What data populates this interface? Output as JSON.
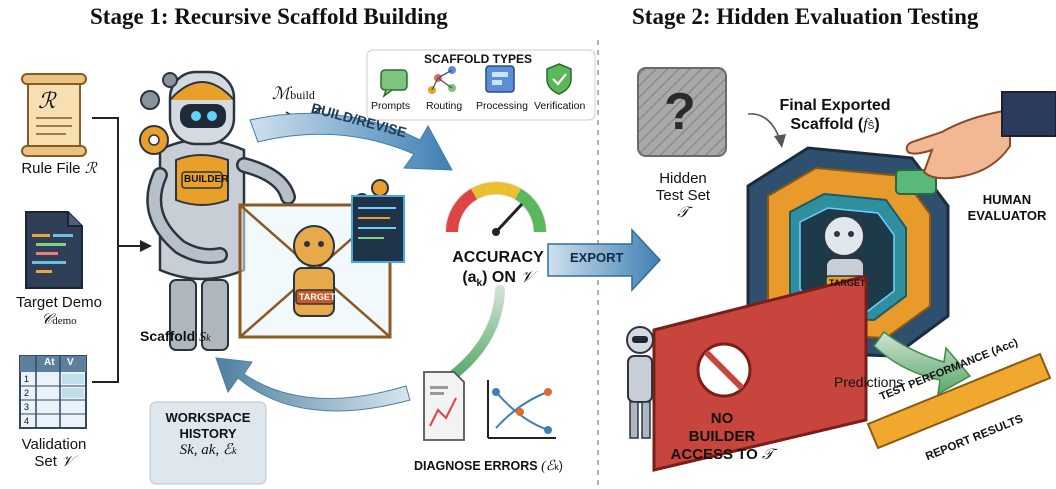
{
  "stage1": {
    "title": "Stage 1: Recursive Scaffold Building",
    "rule_file": {
      "label": "Rule File",
      "symbol": "ℛ",
      "icon_letter": "ℛ"
    },
    "target_demo": {
      "label": "Target Demo",
      "symbol": "𝒞",
      "subscript": "demo"
    },
    "validation": {
      "label1": "Validation",
      "label2": "Set",
      "symbol": "𝒱",
      "table_header": [
        "At",
        "V"
      ],
      "rows": [
        "1",
        "2",
        "3",
        "4"
      ]
    },
    "builder_model": {
      "symbol": "ℳ",
      "subscript": "build",
      "badge": "BUILDER"
    },
    "scaffold_types": {
      "title": "SCAFFOLD TYPES",
      "items": [
        "Prompts",
        "Routing",
        "Processing",
        "Verification"
      ]
    },
    "build_revise": "BUILD/REVISE",
    "target_badge": "TARGET",
    "scaffold": {
      "label": "Scaffold",
      "symbol": "S",
      "subscript": "k"
    },
    "accuracy": {
      "line1": "ACCURACY",
      "line2a": "(a",
      "sub": "k",
      "line2b": ") ON",
      "symbol": "𝒱"
    },
    "workspace": {
      "line1": "WORKSPACE",
      "line2": "HISTORY",
      "math": "S",
      "math_rest": "k, a",
      "math_rest2": "k, ℰ",
      "sub": "k"
    },
    "diagnose": {
      "label": "DIAGNOSE ERRORS",
      "math": "(ℰ",
      "sub": "k",
      "close": ")"
    }
  },
  "stage2": {
    "title": "Stage 2: Hidden Evaluation Testing",
    "export": "EXPORT",
    "hidden_test": {
      "line1": "Hidden",
      "line2": "Test Set",
      "symbol": "𝒯",
      "icon": "?"
    },
    "final_scaffold": {
      "line1": "Final Exported",
      "line2": "Scaffold (",
      "math": "f",
      "sub": "Ŝ",
      "close": ")"
    },
    "human_evaluator": {
      "line1": "HUMAN",
      "line2": "EVALUATOR"
    },
    "target_badge": "TARGET",
    "no_access": {
      "line1": "NO",
      "line2": "BUILDER",
      "line3": "ACCESS TO",
      "symbol": "𝒯"
    },
    "predictions": "Predictions",
    "test_performance": "TEST PERFORMANCE (Acc)",
    "report": "REPORT RESULTS"
  },
  "colors": {
    "accent_blue": "#4a86b8",
    "arrow_green": "#5aa86a",
    "wall_red": "#c8453d",
    "robot_gold": "#e8a02a",
    "core_teal": "#2f8f9f"
  }
}
